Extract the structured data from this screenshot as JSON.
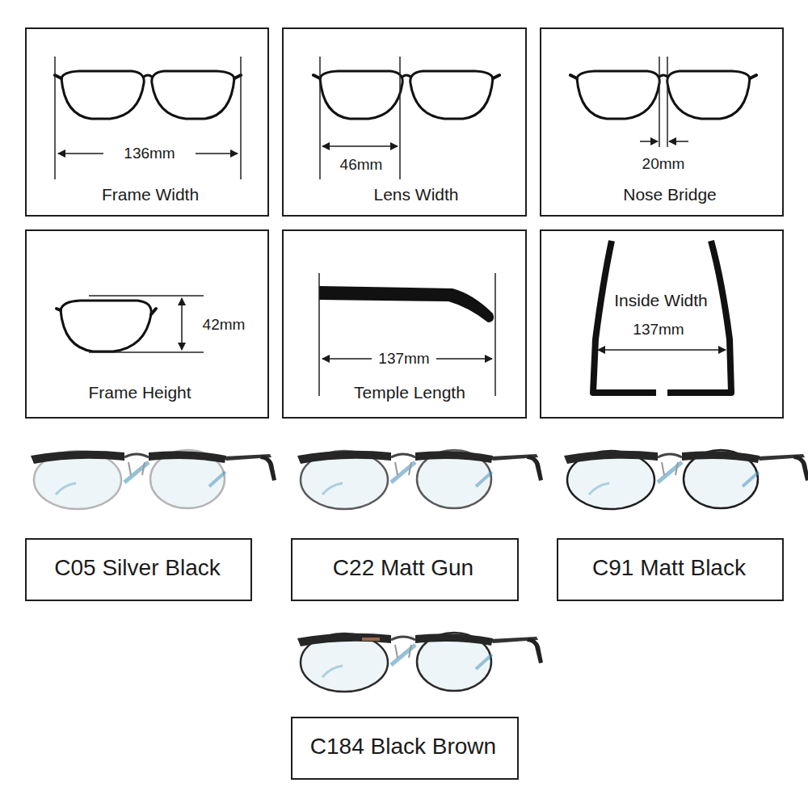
{
  "diagram": {
    "nodes": [
      {
        "text": [
          "136mm",
          "Frame Width"
        ]
      },
      {
        "text": [
          "46mm",
          "Lens Width"
        ]
      },
      {
        "text": [
          "20mm",
          "Nose Bridge"
        ]
      },
      {
        "text": [
          "42mm",
          "Frame Height"
        ]
      },
      {
        "text": [
          "137mm",
          "Temple Length"
        ]
      },
      {
        "text": [
          "Inside Width",
          "137mm"
        ]
      },
      {
        "text": [
          "C05 Silver Black"
        ]
      },
      {
        "text": [
          "C22 Matt Gun"
        ]
      },
      {
        "text": [
          "C91 Matt Black"
        ]
      },
      {
        "text": [
          "C184 Black Brown"
        ]
      }
    ]
  }
}
